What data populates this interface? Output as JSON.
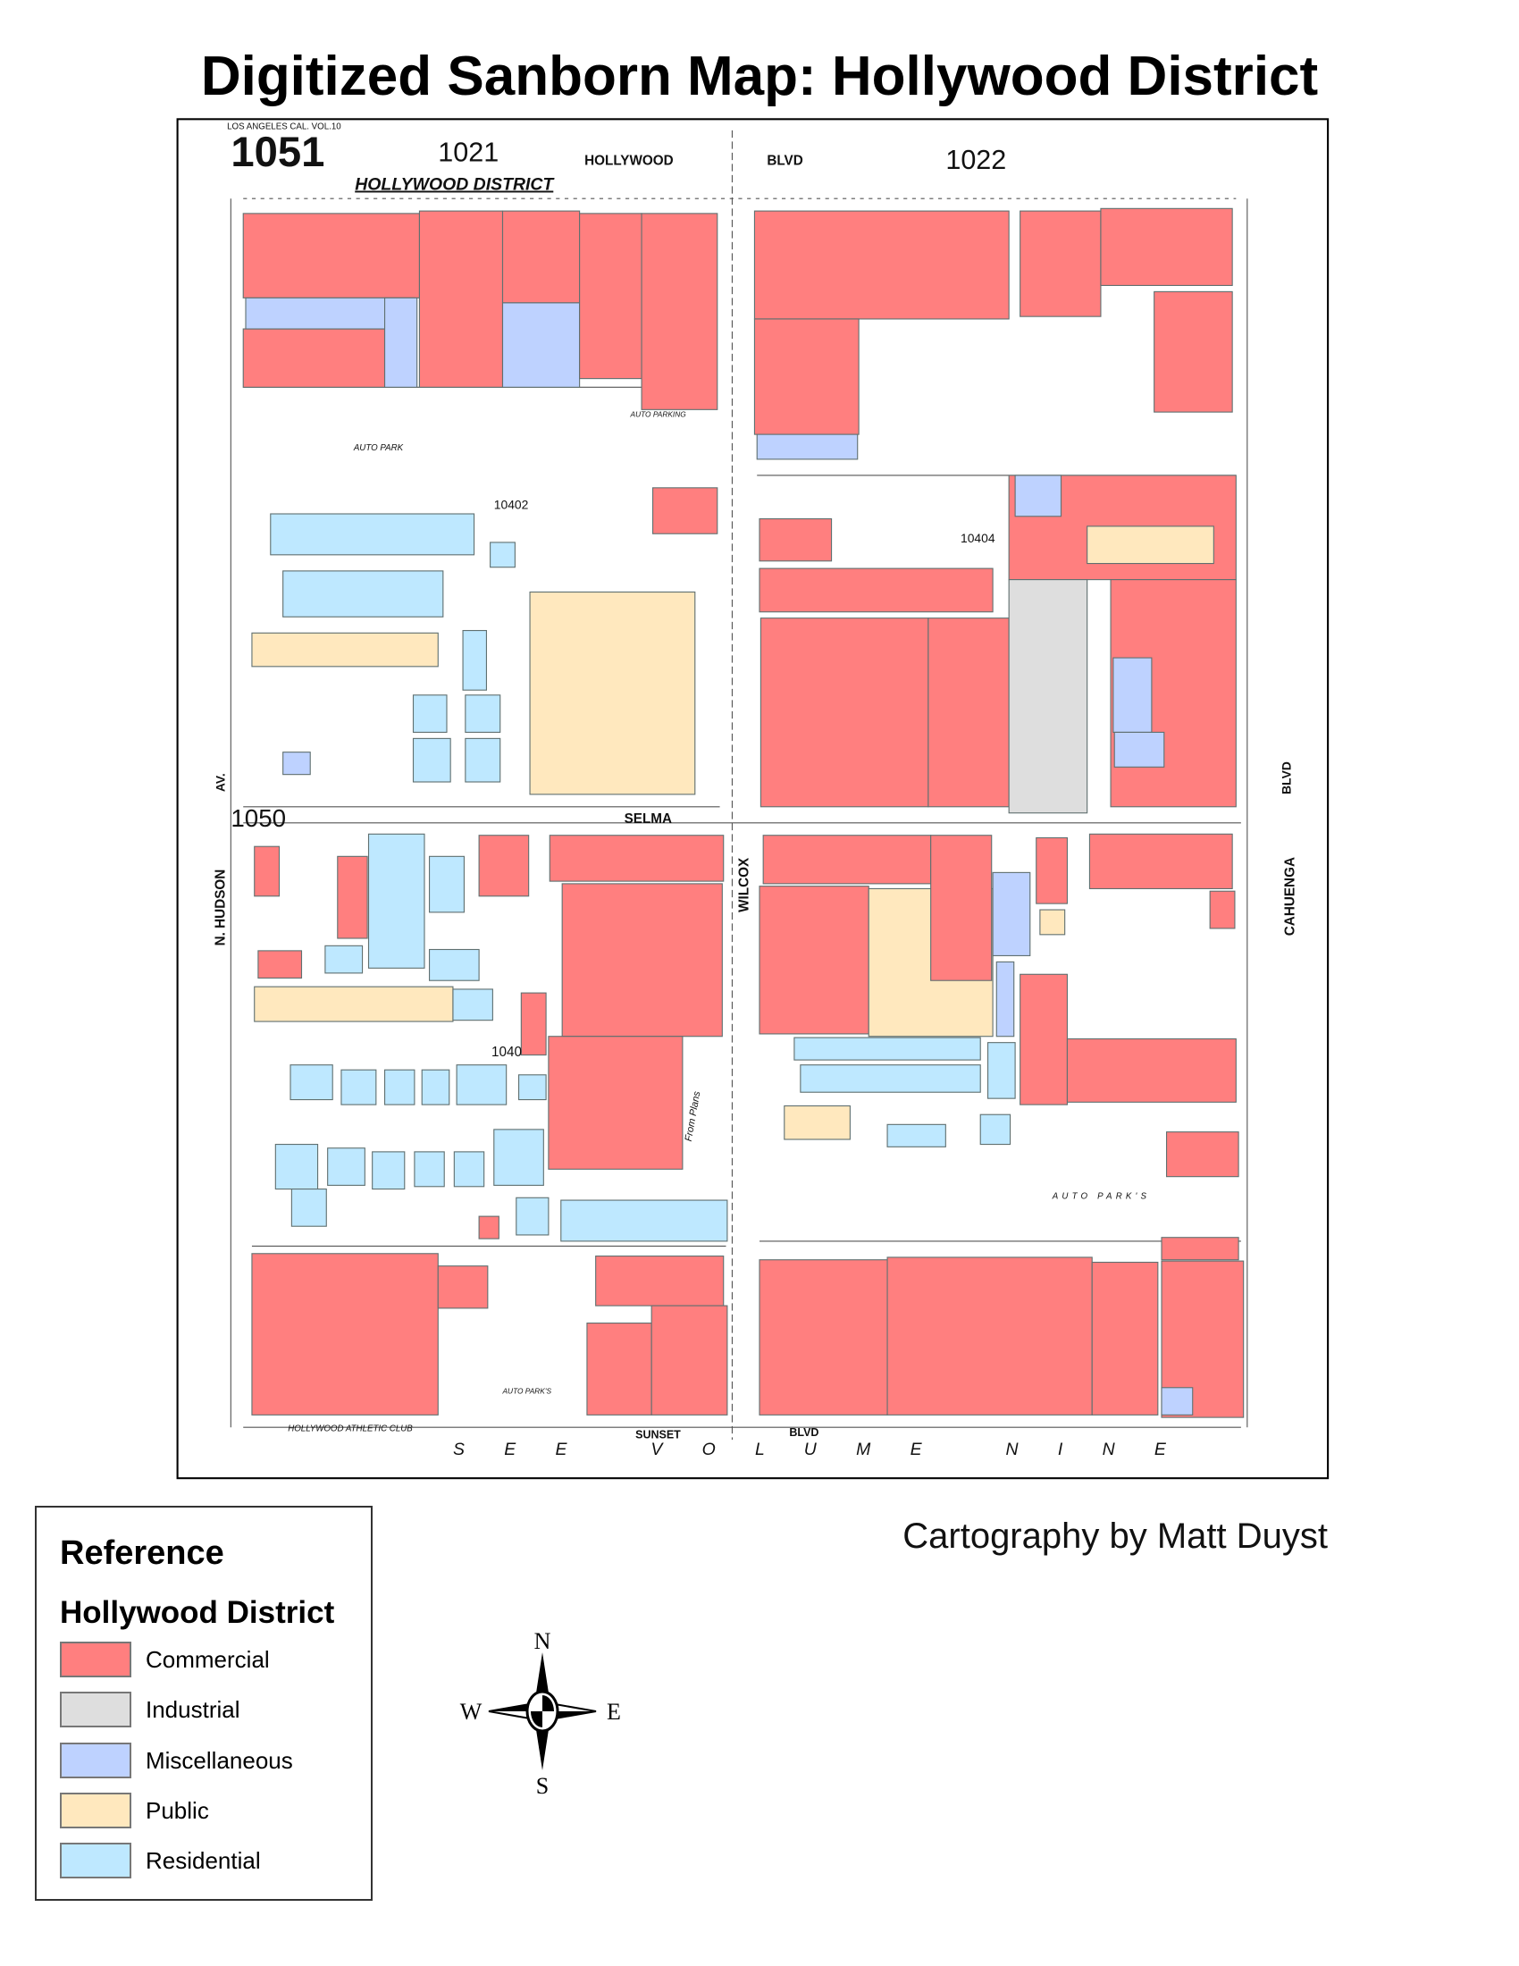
{
  "title": "Digitized Sanborn Map: Hollywood District",
  "credit": "Cartography by Matt Duyst",
  "legend": {
    "title": "Reference",
    "subtitle": "Hollywood District",
    "items": [
      {
        "label": "Commercial",
        "color": "#ff7f7f"
      },
      {
        "label": "Industrial",
        "color": "#dedede"
      },
      {
        "label": "Miscellaneous",
        "color": "#bed2ff"
      },
      {
        "label": "Public",
        "color": "#ffe8be"
      },
      {
        "label": "Residential",
        "color": "#bee8ff"
      }
    ]
  },
  "compass": {
    "n": "N",
    "s": "S",
    "e": "E",
    "w": "W"
  },
  "map_labels": {
    "sheet_number": "1051",
    "volume": "LOS ANGELES CAL. VOL.10",
    "district": "HOLLYWOOD DISTRICT",
    "sheet_1021": "1021",
    "sheet_1022": "1022",
    "hollywood": "HOLLYWOOD",
    "blvd_top": "BLVD",
    "auto_park_1": "AUTO PARK",
    "auto_parking": "AUTO PARKING",
    "block_10402": "10402",
    "block_10404": "10404",
    "selma": "SELMA",
    "sheet_1050": "1050",
    "wilcox": "WILCOX",
    "hudson": "N. HUDSON",
    "av": "AV.",
    "cahuenga": "CAHUENGA",
    "blvd_right": "BLVD",
    "block_1040": "1040",
    "from_plans": "From Plans",
    "auto_parks_right": "AUTO PARK'S",
    "auto_parks_bottom": "AUTO PARK'S",
    "athletic_club": "HOLLYWOOD ATHLETIC CLUB",
    "sunset": "SUNSET",
    "blvd_bottom": "BLVD",
    "see_volume": "S E E   V O L U M E   N I N E"
  }
}
